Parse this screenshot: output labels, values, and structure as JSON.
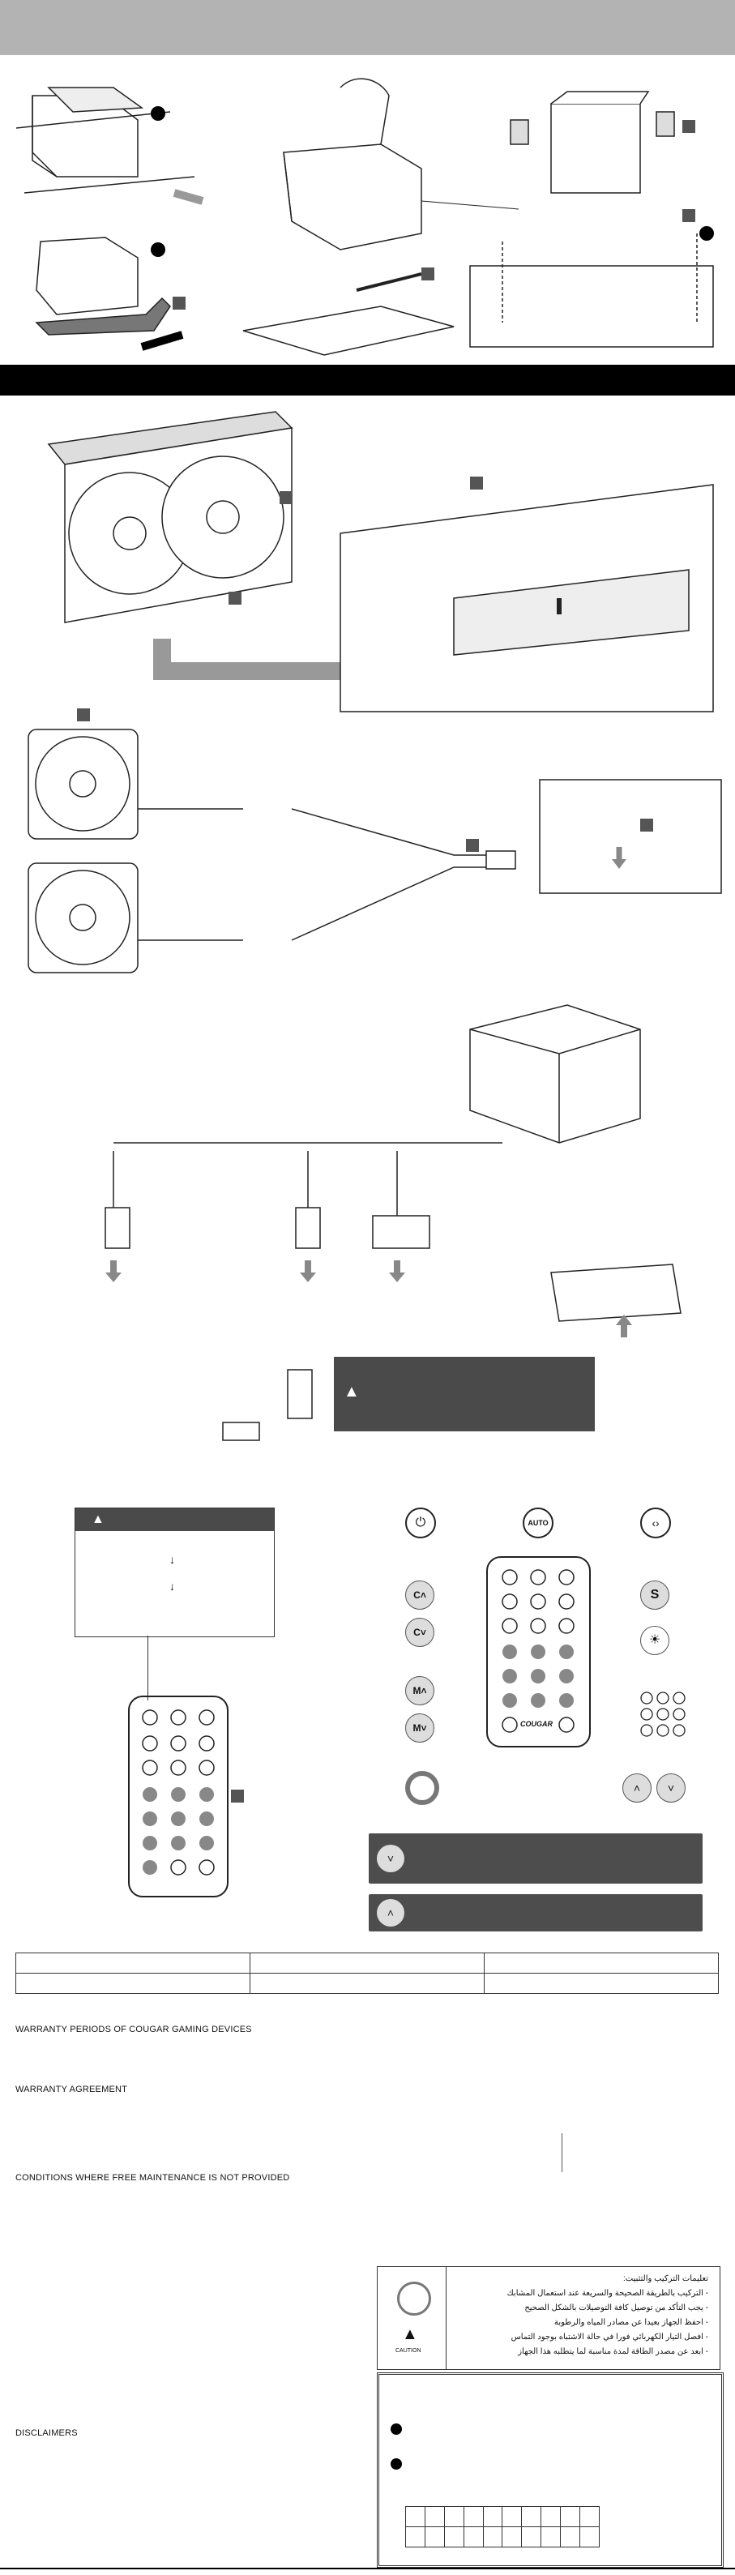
{
  "colors": {
    "band_gray": "#b3b3b3",
    "band_black": "#000000",
    "warning_box": "#4a4a4a",
    "callout_gray": "#4d4d4d",
    "line_gray": "#888888"
  },
  "icons": {
    "warning": "warning-triangle-icon",
    "power": "power-icon",
    "auto": "auto-icon",
    "code": "code-brackets-icon",
    "speed": "s-speed-icon",
    "brightness": "sun-icon",
    "up": "chevron-up-icon",
    "down": "chevron-down-icon"
  },
  "remote": {
    "auto_label": "AUTO",
    "speed_label": "S",
    "color_up_label": "C",
    "color_down_label": "C",
    "mode_up_label": "M",
    "mode_down_label": "M",
    "brand_label": "COUGAR"
  },
  "sections": {
    "warranty_periods": "WARRANTY PERIODS OF COUGAR GAMING DEVICES",
    "warranty_agreement": "WARRANTY AGREEMENT",
    "conditions": "CONDITIONS WHERE FREE MAINTENANCE IS NOT PROVIDED",
    "disclaimers": "DISCLAIMERS"
  },
  "arabic": {
    "title": "تعليمات التركيب والتثبيت:",
    "lines": [
      "- التركيب بالطريقة الصحيحة والسريعة عند استعمال المشابك",
      "- يجب التأكد من توصيل كافة التوصيلات بالشكل الصحيح",
      "- احفظ الجهاز بعيدا عن مصادر المياه والرطوبة",
      "- افصل التيار الكهربائي فورا في حالة الاشتباه بوجود التماس",
      "- ابعد عن مصدر الطاقة لمدة مناسبة لما يتطلبه هذا الجهاز"
    ]
  },
  "caution_label": "CAUTION"
}
